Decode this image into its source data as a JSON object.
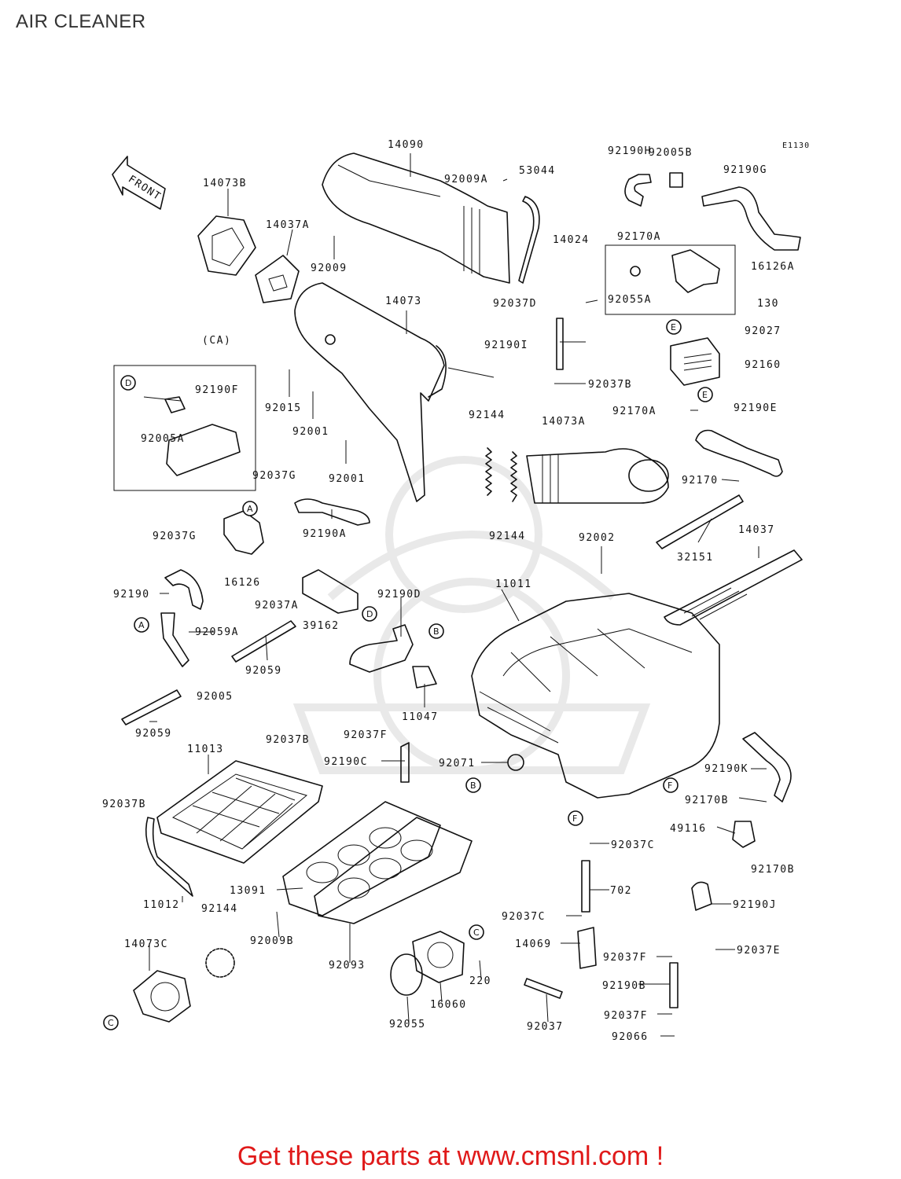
{
  "page": {
    "title": "AIR CLEANER",
    "drawing_ref": "E1130",
    "front_label": "FRONT",
    "footer": "Get these parts at www.cmsnl.com !"
  },
  "labels": [
    {
      "text": "14090"
    },
    {
      "text": "92009A"
    },
    {
      "text": "53044"
    },
    {
      "text": "92190H"
    },
    {
      "text": "92005B"
    },
    {
      "text": "92190G"
    },
    {
      "text": "14073B"
    },
    {
      "text": "14037A"
    },
    {
      "text": "14024"
    },
    {
      "text": "92170A"
    },
    {
      "text": "92009"
    },
    {
      "text": "16126A"
    },
    {
      "text": "92055A"
    },
    {
      "text": "92037D"
    },
    {
      "text": "130"
    },
    {
      "text": "14073"
    },
    {
      "text": "92027"
    },
    {
      "text": "(CA)"
    },
    {
      "text": "92190I"
    },
    {
      "text": "92160"
    },
    {
      "text": "92190F"
    },
    {
      "text": "92015"
    },
    {
      "text": "92037B"
    },
    {
      "text": "92001"
    },
    {
      "text": "92005A"
    },
    {
      "text": "92170A"
    },
    {
      "text": "92190E"
    },
    {
      "text": "92144"
    },
    {
      "text": "14073A"
    },
    {
      "text": "92001"
    },
    {
      "text": "92037G"
    },
    {
      "text": "92170"
    },
    {
      "text": "92190A"
    },
    {
      "text": "92037G"
    },
    {
      "text": "92144"
    },
    {
      "text": "92002"
    },
    {
      "text": "32151"
    },
    {
      "text": "14037"
    },
    {
      "text": "16126"
    },
    {
      "text": "92190"
    },
    {
      "text": "92037A"
    },
    {
      "text": "92190D"
    },
    {
      "text": "11011"
    },
    {
      "text": "92059A"
    },
    {
      "text": "39162"
    },
    {
      "text": "92059"
    },
    {
      "text": "92005"
    },
    {
      "text": "11047"
    },
    {
      "text": "92059"
    },
    {
      "text": "92037B"
    },
    {
      "text": "92037F"
    },
    {
      "text": "11013"
    },
    {
      "text": "92190C"
    },
    {
      "text": "92071"
    },
    {
      "text": "92190K"
    },
    {
      "text": "92037B"
    },
    {
      "text": "92170B"
    },
    {
      "text": "49116"
    },
    {
      "text": "92037C"
    },
    {
      "text": "92170B"
    },
    {
      "text": "702"
    },
    {
      "text": "13091"
    },
    {
      "text": "11012"
    },
    {
      "text": "92144"
    },
    {
      "text": "92190J"
    },
    {
      "text": "92037C"
    },
    {
      "text": "92009B"
    },
    {
      "text": "14069"
    },
    {
      "text": "92037E"
    },
    {
      "text": "14073C"
    },
    {
      "text": "92093"
    },
    {
      "text": "92037F"
    },
    {
      "text": "220"
    },
    {
      "text": "92190B"
    },
    {
      "text": "16060"
    },
    {
      "text": "92037F"
    },
    {
      "text": "92055"
    },
    {
      "text": "92037"
    },
    {
      "text": "92066"
    }
  ],
  "refs": [
    {
      "letter": "A"
    },
    {
      "letter": "A"
    },
    {
      "letter": "B"
    },
    {
      "letter": "B"
    },
    {
      "letter": "C"
    },
    {
      "letter": "C"
    },
    {
      "letter": "D"
    },
    {
      "letter": "D"
    },
    {
      "letter": "E"
    },
    {
      "letter": "E"
    },
    {
      "letter": "F"
    },
    {
      "letter": "F"
    }
  ]
}
